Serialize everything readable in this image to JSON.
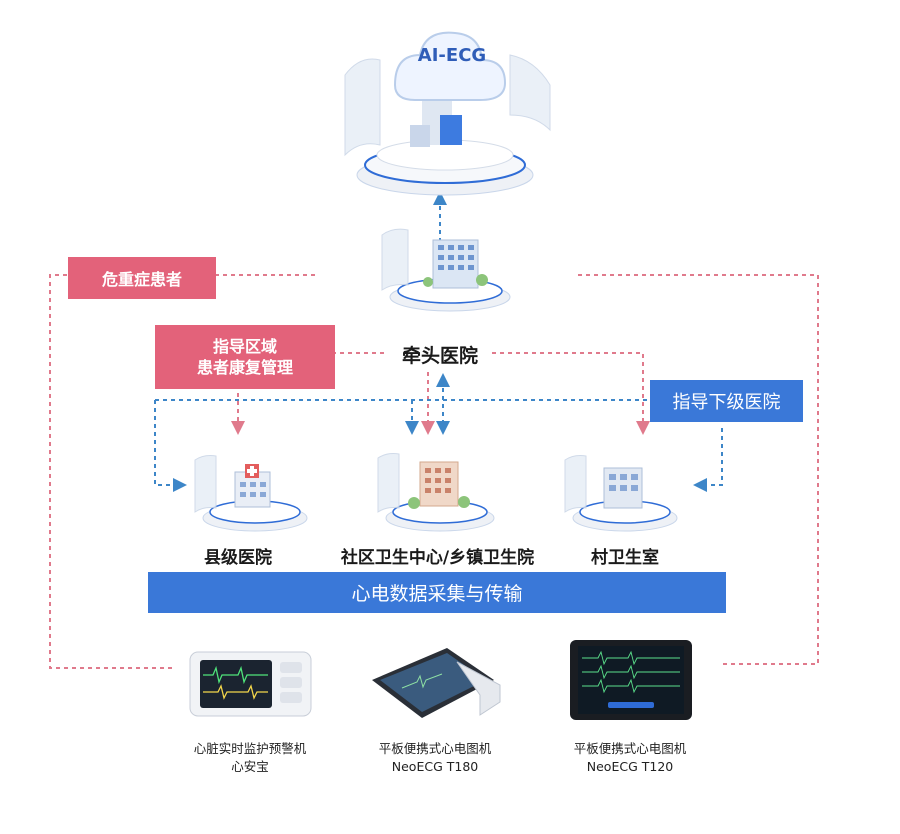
{
  "cloud": {
    "label": "AI-ECG"
  },
  "boxes": {
    "critical": "危重症患者",
    "guide_region_line1": "指导区域",
    "guide_region_line2": "患者康复管理",
    "guide_lower": "指导下级医院",
    "transmission": "心电数据采集与传输"
  },
  "nodes": {
    "lead_hospital": "牵头医院",
    "county": "县级医院",
    "community": "社区卫生中心/乡镇卫生院",
    "village": "村卫生室"
  },
  "devices": [
    {
      "line1": "心脏实时监护预警机",
      "line2": "心安宝"
    },
    {
      "line1": "平板便携式心电图机",
      "line2": "NeoECG T180"
    },
    {
      "line1": "平板便携式心电图机",
      "line2": "NeoECG T120"
    }
  ],
  "colors": {
    "pink": "#e3627a",
    "blue": "#3a78d8",
    "dash_pink": "#e07a8c",
    "dash_blue": "#3d86c8"
  }
}
